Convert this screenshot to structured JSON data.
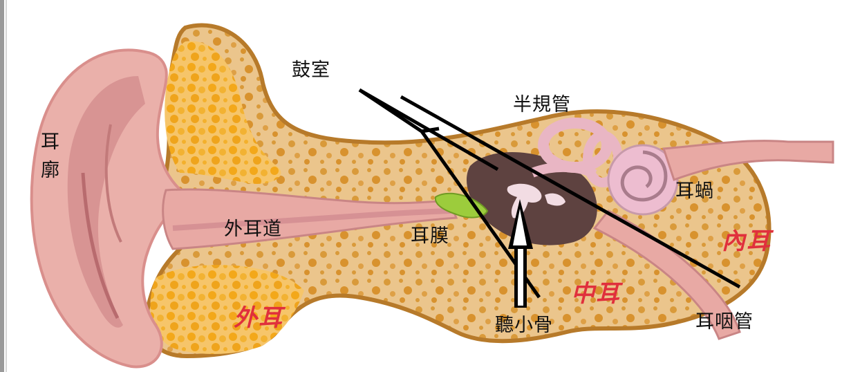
{
  "colors": {
    "background": "#ffffff",
    "skin": "#e8a9a4",
    "skin_dark": "#c97f7c",
    "bone": "#e9c48a",
    "bone_spots": "#d99a3a",
    "fat": "#f4b52c",
    "middle_ear_cavity": "#5e4240",
    "inner_ear_pink": "#e9b6c4",
    "eardrum": "#9ccc3c",
    "region_label": "#e0303c",
    "pointer_line": "#000000"
  },
  "labels": {
    "pinna": "耳廓",
    "tympanic_cavity": "鼓室",
    "semicircular_canals": "半規管",
    "ear_canal": "外耳道",
    "eardrum": "耳膜",
    "cochlea": "耳蝸",
    "ossicles": "聽小骨",
    "eustachian_tube": "耳咽管"
  },
  "regions": {
    "outer_ear": "外耳",
    "middle_ear": "中耳",
    "inner_ear": "內耳"
  }
}
